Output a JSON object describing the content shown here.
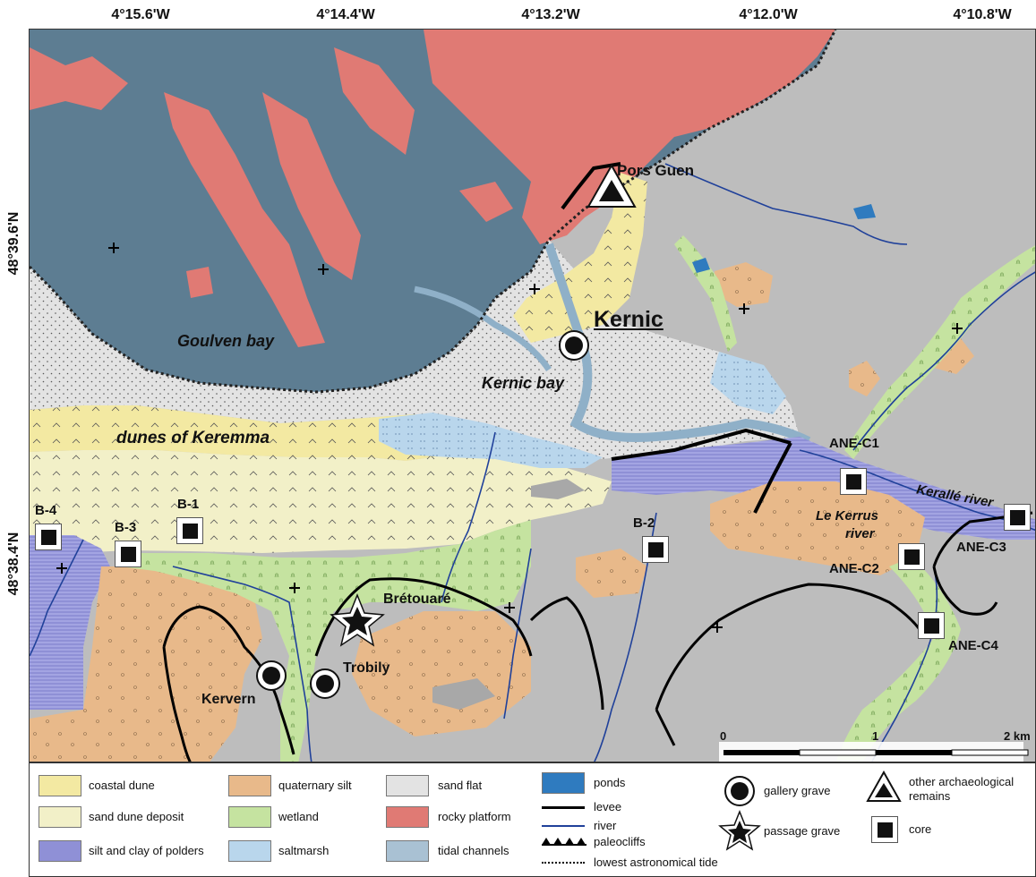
{
  "coords": {
    "top": [
      "4°15.6'W",
      "4°14.4'W",
      "4°13.2'W",
      "4°12.0'W",
      "4°10.8'W"
    ],
    "left": [
      "48°39.6'N",
      "48°38.4'N"
    ]
  },
  "labels": {
    "goulven_bay": "Goulven bay",
    "kernic_bay": "Kernic bay",
    "dunes": "dunes of Keremma",
    "kernic": "Kernic",
    "pors_guen": "Pors Guen",
    "kerralle_river": "Kerallé river",
    "le_kerrus_1": "Le Kerrus",
    "le_kerrus_2": "river",
    "bretouare": "Brétouaré",
    "trobily": "Trobily",
    "kervern": "Kervern"
  },
  "cores": {
    "b4": "B-4",
    "b3": "B-3",
    "b1": "B-1",
    "b2": "B-2",
    "anec1": "ANE-C1",
    "anec2": "ANE-C2",
    "anec3": "ANE-C3",
    "anec4": "ANE-C4"
  },
  "scale": {
    "zero": "0",
    "one": "1",
    "two": "2 km"
  },
  "legend": {
    "coastal_dune": "coastal dune",
    "sand_dune_deposit": "sand dune deposit",
    "silt_clay": "silt and clay of polders",
    "quaternary_silt": "quaternary silt",
    "wetland": "wetland",
    "saltmarsh": "saltmarsh",
    "sand_flat": "sand flat",
    "rocky_platform": "rocky platform",
    "tidal_channels": "tidal channels",
    "ponds": "ponds",
    "levee": "levee",
    "river": "river",
    "paleocliffs": "paleocliffs",
    "lowest_tide": "lowest astronomical tide",
    "gallery_grave": "gallery grave",
    "passage_grave": "passage grave",
    "other_remains_1": "other archaeological",
    "other_remains_2": "remains",
    "core": "core"
  },
  "colors": {
    "sea": "#5d7d92",
    "rocky": "#e07a74",
    "land": "#bdbdbd",
    "sand_flat": "#e3e3e3",
    "coastal_dune": "#f3e9a2",
    "sand_dune": "#f2f0c8",
    "silt_clay": "#8f90d6",
    "quaternary": "#e8b98a",
    "wetland": "#c5e3a0",
    "saltmarsh": "#b9d6ec",
    "tidal": "#a9c1d3",
    "ponds": "#2f7bbf",
    "river": "#20419a"
  }
}
